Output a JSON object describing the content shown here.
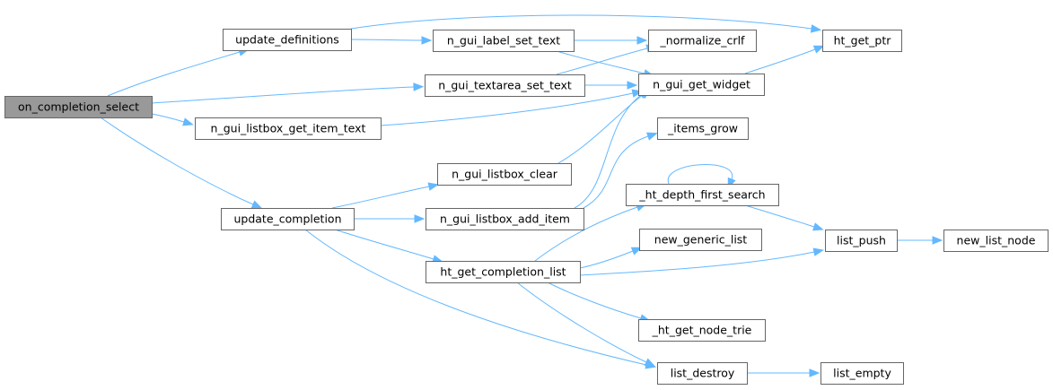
{
  "graph": {
    "nodes": [
      {
        "id": "on_completion_select",
        "label": "on_completion_select",
        "root": true
      },
      {
        "id": "update_definitions",
        "label": "update_definitions"
      },
      {
        "id": "n_gui_textarea_set_text",
        "label": "n_gui_textarea_set_text"
      },
      {
        "id": "n_gui_listbox_get_item_text",
        "label": "n_gui_listbox_get_item_text"
      },
      {
        "id": "update_completion",
        "label": "update_completion"
      },
      {
        "id": "n_gui_label_set_text",
        "label": "n_gui_label_set_text"
      },
      {
        "id": "ht_get_ptr",
        "label": "ht_get_ptr"
      },
      {
        "id": "_normalize_crlf",
        "label": "_normalize_crlf"
      },
      {
        "id": "n_gui_get_widget",
        "label": "n_gui_get_widget"
      },
      {
        "id": "n_gui_listbox_clear",
        "label": "n_gui_listbox_clear"
      },
      {
        "id": "n_gui_listbox_add_item",
        "label": "n_gui_listbox_add_item"
      },
      {
        "id": "ht_get_completion_list",
        "label": "ht_get_completion_list"
      },
      {
        "id": "list_destroy",
        "label": "list_destroy"
      },
      {
        "id": "_items_grow",
        "label": "_items_grow"
      },
      {
        "id": "_ht_depth_first_search",
        "label": "_ht_depth_first_search"
      },
      {
        "id": "list_push",
        "label": "list_push"
      },
      {
        "id": "new_generic_list",
        "label": "new_generic_list"
      },
      {
        "id": "_ht_get_node_trie",
        "label": "_ht_get_node_trie"
      },
      {
        "id": "new_list_node",
        "label": "new_list_node"
      },
      {
        "id": "list_empty",
        "label": "list_empty"
      }
    ],
    "edges": [
      [
        "on_completion_select",
        "update_definitions"
      ],
      [
        "on_completion_select",
        "n_gui_textarea_set_text"
      ],
      [
        "on_completion_select",
        "n_gui_listbox_get_item_text"
      ],
      [
        "on_completion_select",
        "update_completion"
      ],
      [
        "update_definitions",
        "n_gui_label_set_text"
      ],
      [
        "update_definitions",
        "ht_get_ptr"
      ],
      [
        "n_gui_label_set_text",
        "_normalize_crlf"
      ],
      [
        "n_gui_label_set_text",
        "n_gui_get_widget"
      ],
      [
        "n_gui_textarea_set_text",
        "_normalize_crlf"
      ],
      [
        "n_gui_textarea_set_text",
        "n_gui_get_widget"
      ],
      [
        "n_gui_get_widget",
        "ht_get_ptr"
      ],
      [
        "n_gui_listbox_get_item_text",
        "n_gui_get_widget"
      ],
      [
        "n_gui_listbox_clear",
        "n_gui_get_widget"
      ],
      [
        "n_gui_listbox_add_item",
        "n_gui_get_widget"
      ],
      [
        "n_gui_listbox_add_item",
        "_items_grow"
      ],
      [
        "update_completion",
        "n_gui_listbox_clear"
      ],
      [
        "update_completion",
        "n_gui_listbox_add_item"
      ],
      [
        "update_completion",
        "ht_get_completion_list"
      ],
      [
        "update_completion",
        "list_destroy"
      ],
      [
        "ht_get_completion_list",
        "_ht_depth_first_search"
      ],
      [
        "ht_get_completion_list",
        "new_generic_list"
      ],
      [
        "ht_get_completion_list",
        "list_push"
      ],
      [
        "ht_get_completion_list",
        "_ht_get_node_trie"
      ],
      [
        "ht_get_completion_list",
        "list_destroy"
      ],
      [
        "_ht_depth_first_search",
        "_ht_depth_first_search"
      ],
      [
        "_ht_depth_first_search",
        "list_push"
      ],
      [
        "list_push",
        "new_list_node"
      ],
      [
        "list_destroy",
        "list_empty"
      ]
    ]
  },
  "colors": {
    "edge": "#63b8ff",
    "node_border": "#666666",
    "root_fill": "#999999",
    "node_fill": "#ffffff"
  }
}
